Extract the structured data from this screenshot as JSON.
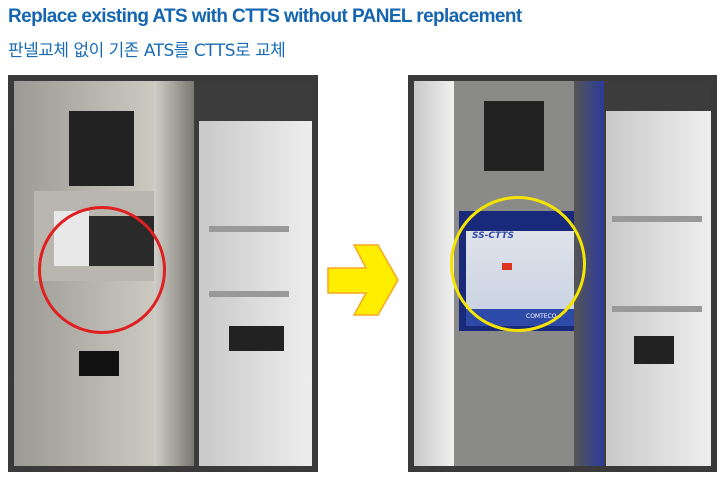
{
  "header": {
    "title": "Replace existing ATS with CTTS without PANEL replacement",
    "subtitle": "판넬교체 없이 기존 ATS를 CTTS로 교체"
  },
  "before_photo": {
    "highlight_color": "#e02020"
  },
  "after_photo": {
    "highlight_color": "#f4e400",
    "device_label": "SS-CTTS",
    "brand_label": "COMTECO"
  },
  "arrow": {
    "color": "#ffee00",
    "stroke": "#f5a623"
  }
}
